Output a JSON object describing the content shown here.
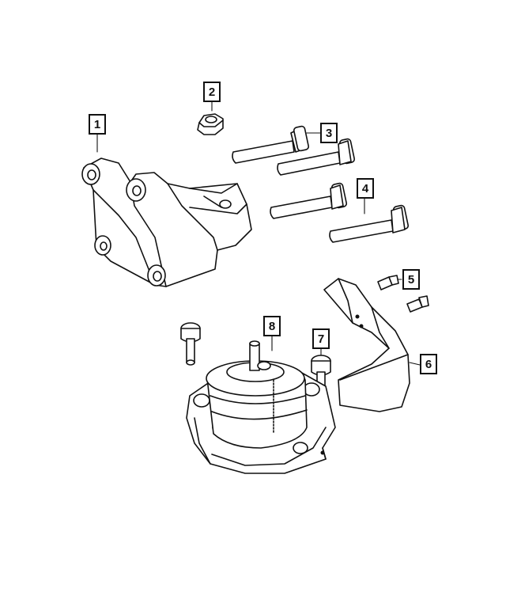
{
  "callouts": [
    {
      "id": "callout-1",
      "label": "1"
    },
    {
      "id": "callout-2",
      "label": "2"
    },
    {
      "id": "callout-3",
      "label": "3"
    },
    {
      "id": "callout-4",
      "label": "4"
    },
    {
      "id": "callout-5",
      "label": "5"
    },
    {
      "id": "callout-6",
      "label": "6"
    },
    {
      "id": "callout-7",
      "label": "7"
    },
    {
      "id": "callout-8",
      "label": "8"
    }
  ],
  "colors": {
    "line": "#111111",
    "background": "#ffffff"
  }
}
